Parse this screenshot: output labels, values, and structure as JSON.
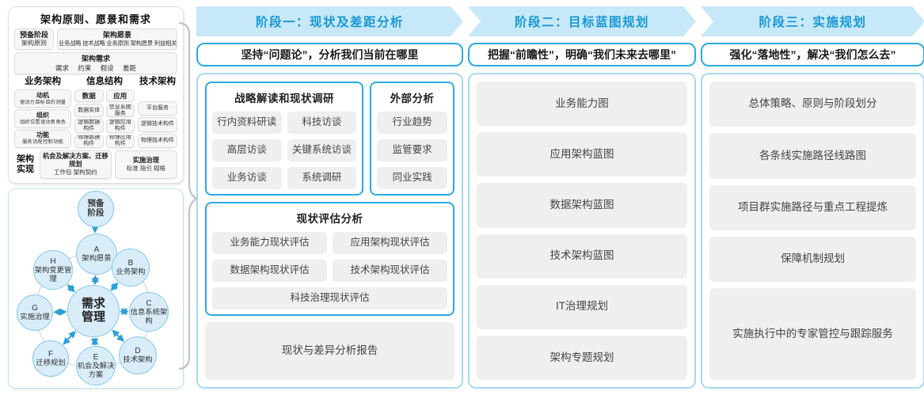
{
  "colors": {
    "accent_blue": "#29abe2",
    "band_bg": "#c7e8f8",
    "band_text": "#1798d6",
    "container_border": "#a6d9f2",
    "item_bg": "#efefef",
    "circle_fill": "#d9edf9",
    "circle_border": "#85c7e8",
    "arrow_blue": "#2aa0d8",
    "brace_gray": "#c5c5c5"
  },
  "left_top": {
    "title": "架构原则、愿景和需求",
    "prep": {
      "title": "预备阶段",
      "text": "架构原则"
    },
    "vision": {
      "title": "架构愿景",
      "text": "业务战略 技术战略 业务原则 架构愿景 利益相关者"
    },
    "requirement": {
      "title": "架构需求",
      "text": "需求 约束 假设 差距"
    },
    "biz": {
      "title": "业务架构",
      "boxes": [
        {
          "title": "动机",
          "text": "驱动力 目标 目的 测量"
        },
        {
          "title": "组织",
          "text": "组织 位置 驱动者 角色"
        },
        {
          "title": "功能",
          "text": "服务 流程 控制 功能"
        }
      ]
    },
    "info": {
      "title": "信息结构",
      "data_col": {
        "title": "数据",
        "items": [
          "数据实体",
          "逻辑数据构件",
          "物理数据构件"
        ]
      },
      "app_col": {
        "title": "应用",
        "items": [
          "信息系统服务",
          "逻辑应用构件",
          "物理应用构件"
        ]
      }
    },
    "tech": {
      "title": "技术架构",
      "items": [
        "平台服务",
        "逻辑技术构件",
        "物理技术构件"
      ]
    },
    "impl": {
      "label": "架构实现",
      "boxes": [
        {
          "title": "机会及解决方案、迁移规划",
          "text": "工作包 架构契约"
        },
        {
          "title": "实施治理",
          "text": "标准 指引 规格"
        }
      ]
    }
  },
  "adm": {
    "prep": "预备阶段",
    "center": "需求管理",
    "nodes": [
      {
        "key": "A",
        "label": "架构愿景"
      },
      {
        "key": "B",
        "label": "业务架构"
      },
      {
        "key": "C",
        "label": "信息系统架构"
      },
      {
        "key": "D",
        "label": "技术架构"
      },
      {
        "key": "E",
        "label": "机会及解决方案"
      },
      {
        "key": "F",
        "label": "迁移规划"
      },
      {
        "key": "G",
        "label": "实施治理"
      },
      {
        "key": "H",
        "label": "架构变更管理"
      }
    ]
  },
  "phases": [
    {
      "header": "阶段一：现状及差距分析",
      "subtitle": "坚持“问题论”，分析我们当前在哪里",
      "survey": {
        "title": "战略解读和现状调研",
        "items": [
          "行内资料研读",
          "科技访谈",
          "高层访谈",
          "关键系统访谈",
          "业务访谈",
          "系统调研"
        ]
      },
      "external": {
        "title": "外部分析",
        "items": [
          "行业趋势",
          "监管要求",
          "同业实践"
        ]
      },
      "assessment": {
        "title": "现状评估分析",
        "items": [
          "业务能力现状评估",
          "应用架构现状评估",
          "数据架构现状评估",
          "技术架构现状评估",
          "科技治理现状评估"
        ]
      },
      "report": "现状与差异分析报告"
    },
    {
      "header": "阶段二：目标蓝图规划",
      "subtitle": "把握“前瞻性”，明确“我们未来去哪里”",
      "items": [
        "业务能力图",
        "应用架构蓝图",
        "数据架构蓝图",
        "技术架构蓝图",
        "IT治理规划",
        "架构专题规划"
      ]
    },
    {
      "header": "阶段三：实施规划",
      "subtitle": "强化“落地性”，解决“我们怎么去”",
      "items": [
        "总体策略、原则与阶段划分",
        "各条线实施路径线路图",
        "项目群实施路径与重点工程提炼",
        "保障机制规划",
        "实施执行中的专家管控与跟踪服务"
      ]
    }
  ]
}
